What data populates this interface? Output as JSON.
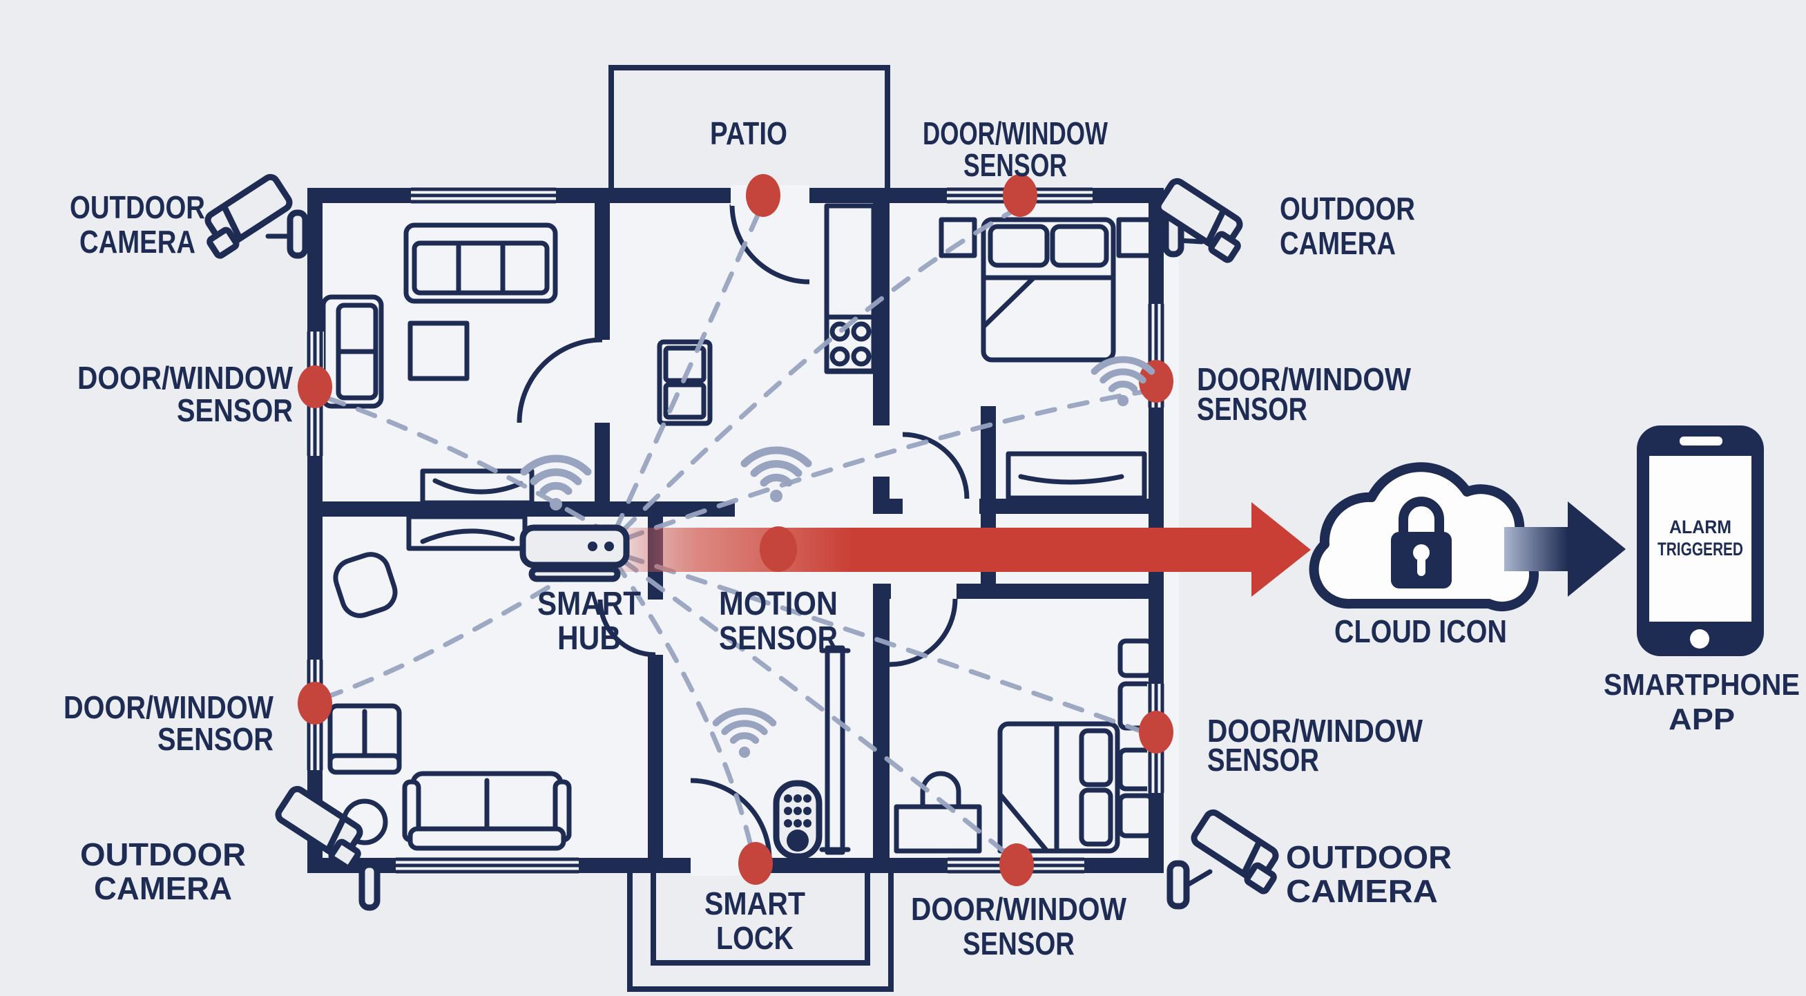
{
  "title": "Smart home security system floor plan diagram",
  "colors": {
    "bg": "#ebedf1",
    "roomfill": "#f3f4f8",
    "navy": "#1e2c54",
    "red": "#c5443b",
    "red2": "#c93f35",
    "gray": "#98a3c0",
    "white": "#fdfdfe"
  },
  "labels": {
    "patio": "PATIO",
    "cloud": "CLOUD ICON",
    "smart_hub": {
      "l1": "SMART",
      "l2": "HUB"
    },
    "motion": {
      "l1": "MOTION",
      "l2": "SENSOR"
    },
    "smart_lock": {
      "l1": "SMART",
      "l2": "LOCK"
    },
    "smartphone": {
      "l1": "SMARTPHONE",
      "l2": "APP"
    },
    "alarm": {
      "l1": "ALARM",
      "l2": "TRIGGERED"
    },
    "camera_tl": {
      "l1": "OUTDOOR",
      "l2": "CAMERA"
    },
    "camera_tr": {
      "l1": "OUTDOOR",
      "l2": "CAMERA"
    },
    "camera_bl": {
      "l1": "OUTDOOR",
      "l2": "CAMERA"
    },
    "camera_br": {
      "l1": "OUTDOOR",
      "l2": "CAMERA"
    },
    "sensor_top": {
      "l1": "DOOR/WINDOW",
      "l2": "SENSOR"
    },
    "sensor_left_upper": {
      "l1": "DOOR/WINDOW",
      "l2": "SENSOR"
    },
    "sensor_left_lower": {
      "l1": "DOOR/WINDOW",
      "l2": "SENSOR"
    },
    "sensor_right_upper": {
      "l1": "DOOR/WINDOW",
      "l2": "SENSOR"
    },
    "sensor_right_lower": {
      "l1": "DOOR/WINDOW",
      "l2": "SENSOR"
    },
    "sensor_bottom": {
      "l1": "DOOR/WINDOW",
      "l2": "SENSOR"
    }
  },
  "icons": [
    "security-camera-icon",
    "door-window-sensor-dot",
    "motion-sensor-dot",
    "wifi-icon",
    "smart-hub-icon",
    "smart-lock-keypad-icon",
    "alert-arrow",
    "cloud-lock-icon",
    "notify-arrow",
    "smartphone-icon"
  ]
}
